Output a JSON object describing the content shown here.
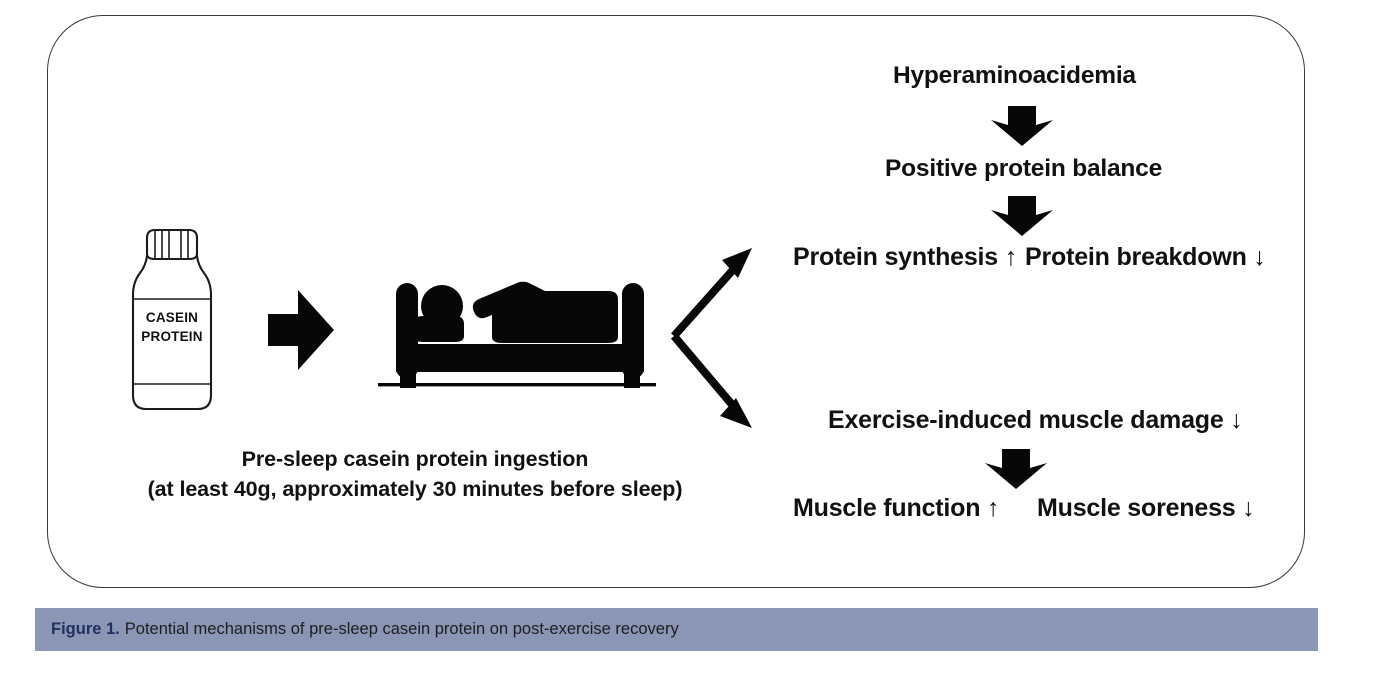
{
  "figure": {
    "frame_border_color": "#3a3a3a",
    "background_color": "#ffffff"
  },
  "bottle": {
    "label_line_1": "CASEIN",
    "label_line_2": "PROTEIN",
    "icon": "protein-supplement-jar"
  },
  "bed": {
    "icon": "person-sleeping-in-bed"
  },
  "intervention": {
    "line_1": "Pre-sleep casein protein ingestion",
    "line_2": "(at least 40g, approximately 30 minutes before sleep)"
  },
  "flow": {
    "step_1": "Hyperaminoacidemia",
    "step_2": "Positive protein balance",
    "outcome_synthesis": "Protein synthesis ↑",
    "outcome_breakdown": "Protein breakdown ↓",
    "step_3": "Exercise-induced muscle damage ↓",
    "outcome_function": "Muscle function ↑",
    "outcome_soreness": "Muscle soreness ↓"
  },
  "arrows": {
    "bottle_to_bed": "block-arrow-right",
    "branch": "branching-arrows-right",
    "down_1": "block-arrow-down",
    "down_2": "block-arrow-down",
    "down_3": "block-arrow-down"
  },
  "caption": {
    "figure_number": "Figure 1.",
    "text": "Potential mechanisms of pre-sleep casein protein on post-exercise recovery",
    "bar_color": "#8b96b6",
    "number_color": "#21305e"
  }
}
